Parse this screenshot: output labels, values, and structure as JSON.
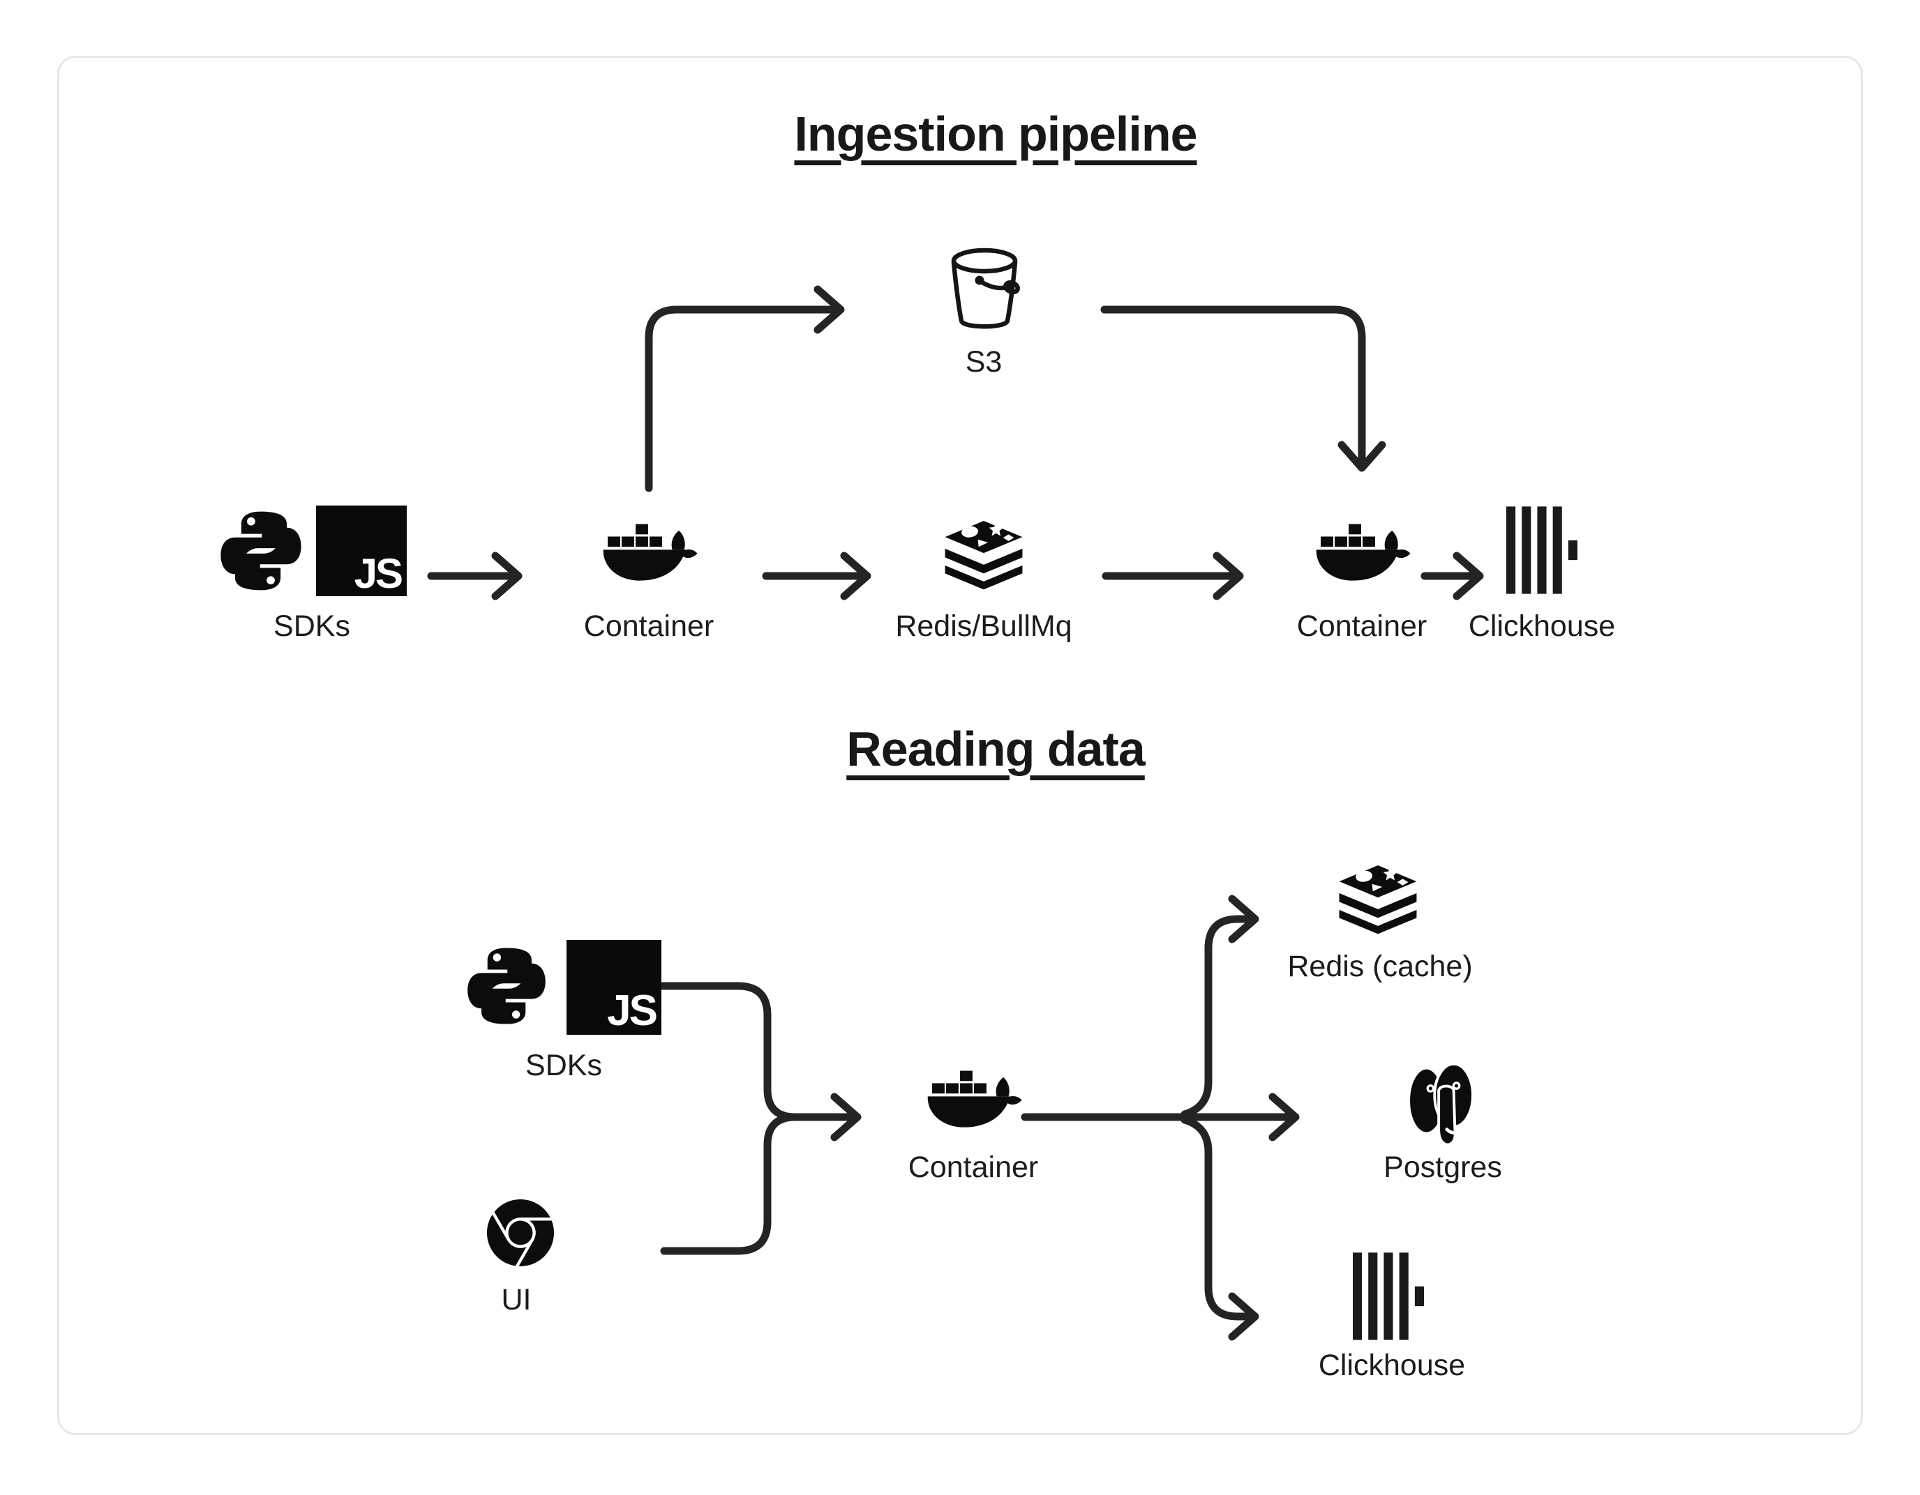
{
  "diagram": {
    "js_badge": "JS",
    "colors": {
      "ink": "#1c1c1c",
      "line": "#242424",
      "card_border": "#e7e7e7",
      "background": "#ffffff"
    },
    "sections": [
      {
        "title": "Ingestion pipeline",
        "nodes": [
          {
            "id": "sdks",
            "label": "SDKs",
            "icons": [
              "python-icon",
              "javascript-icon"
            ]
          },
          {
            "id": "container-ingest",
            "label": "Container",
            "icons": [
              "docker-icon"
            ]
          },
          {
            "id": "s3",
            "label": "S3",
            "icons": [
              "bucket-icon"
            ]
          },
          {
            "id": "redis-queue",
            "label": "Redis/BullMq",
            "icons": [
              "redis-icon"
            ]
          },
          {
            "id": "container-worker",
            "label": "Container",
            "icons": [
              "docker-icon"
            ]
          },
          {
            "id": "clickhouse-ingest",
            "label": "Clickhouse",
            "icons": [
              "clickhouse-icon"
            ]
          }
        ],
        "edges": [
          {
            "from": "sdks",
            "to": "container-ingest"
          },
          {
            "from": "container-ingest",
            "to": "s3"
          },
          {
            "from": "container-ingest",
            "to": "redis-queue"
          },
          {
            "from": "s3",
            "to": "container-worker"
          },
          {
            "from": "redis-queue",
            "to": "container-worker"
          },
          {
            "from": "container-worker",
            "to": "clickhouse-ingest"
          }
        ]
      },
      {
        "title": "Reading data",
        "nodes": [
          {
            "id": "sdks-read",
            "label": "SDKs",
            "icons": [
              "python-icon",
              "javascript-icon"
            ]
          },
          {
            "id": "ui",
            "label": "UI",
            "icons": [
              "chrome-icon"
            ]
          },
          {
            "id": "container-read",
            "label": "Container",
            "icons": [
              "docker-icon"
            ]
          },
          {
            "id": "redis-cache",
            "label": "Redis (cache)",
            "icons": [
              "redis-icon"
            ]
          },
          {
            "id": "postgres",
            "label": "Postgres",
            "icons": [
              "postgresql-icon"
            ]
          },
          {
            "id": "clickhouse-read",
            "label": "Clickhouse",
            "icons": [
              "clickhouse-icon"
            ]
          }
        ],
        "edges": [
          {
            "from": "sdks-read",
            "to": "container-read"
          },
          {
            "from": "ui",
            "to": "container-read"
          },
          {
            "from": "container-read",
            "to": "redis-cache"
          },
          {
            "from": "container-read",
            "to": "postgres"
          },
          {
            "from": "container-read",
            "to": "clickhouse-read"
          }
        ]
      }
    ]
  }
}
